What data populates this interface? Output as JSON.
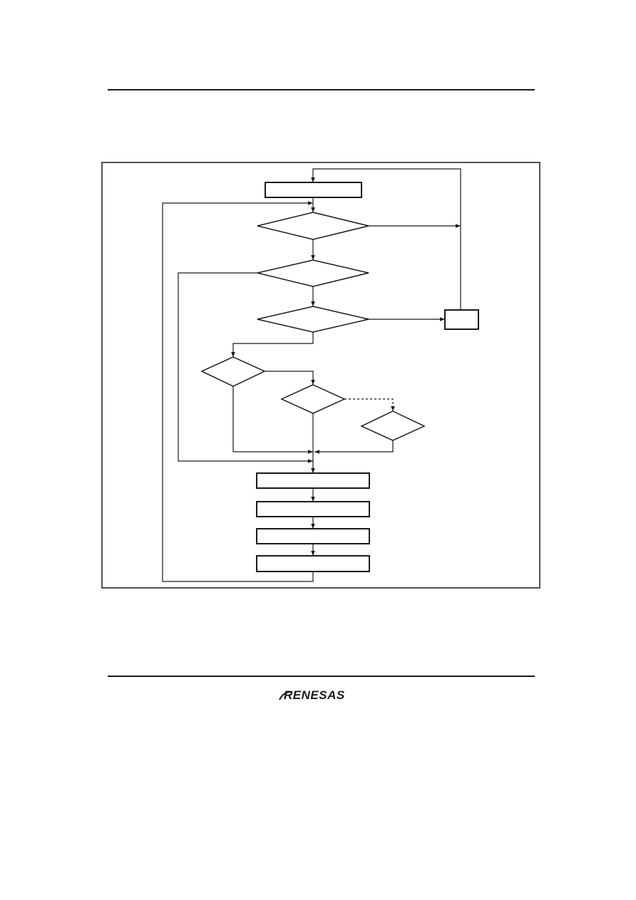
{
  "page": {
    "header_rule": "top-rule",
    "footer_rule": "bottom-rule"
  },
  "flowchart": {
    "process_boxes": [
      "",
      "",
      "",
      "",
      "",
      ""
    ],
    "decisions": [
      "",
      "",
      "",
      "",
      "",
      "",
      ""
    ],
    "colors": {
      "line": "#1a1a1a",
      "background": "#ffffff"
    }
  },
  "footer": {
    "logo_text": "RENESAS"
  }
}
